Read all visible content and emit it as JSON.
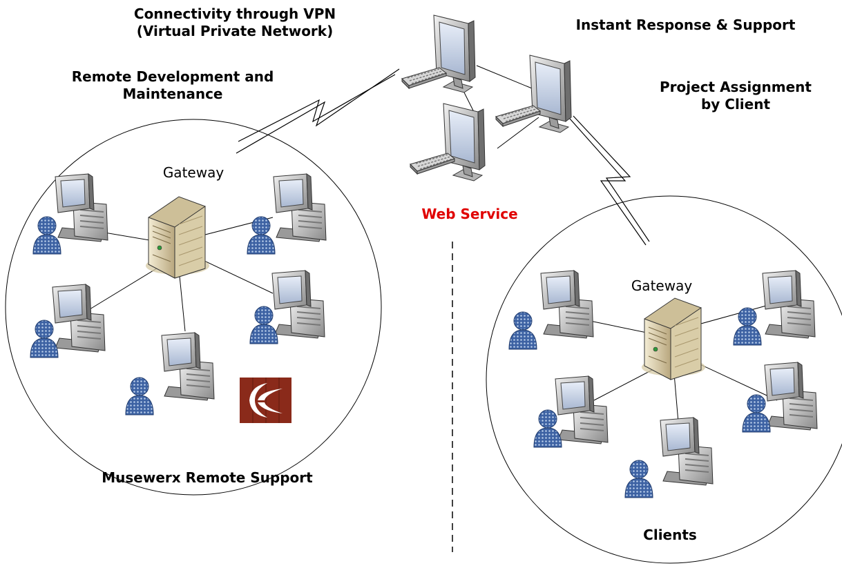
{
  "labels": {
    "vpn_line1": "Connectivity through VPN",
    "vpn_line2": "(Virtual Private Network)",
    "instant_response": "Instant Response & Support",
    "remote_dev_line1": "Remote Development and",
    "remote_dev_line2": "Maintenance",
    "project_line1": "Project Assignment",
    "project_line2": "by Client",
    "web_service": "Web Service",
    "gateway_left": "Gateway",
    "gateway_right": "Gateway",
    "musewerx": "Musewerx Remote Support",
    "clients": "Clients"
  },
  "colors": {
    "web_service": "#e00000",
    "user_icon": "#4a73b0",
    "server": "#e6dcc0",
    "logo_bg": "#8a2a1a"
  },
  "icons": [
    "workstation-icon",
    "user-icon",
    "server-icon",
    "keyboard-icon",
    "lightning-link-icon",
    "logo-icon"
  ]
}
